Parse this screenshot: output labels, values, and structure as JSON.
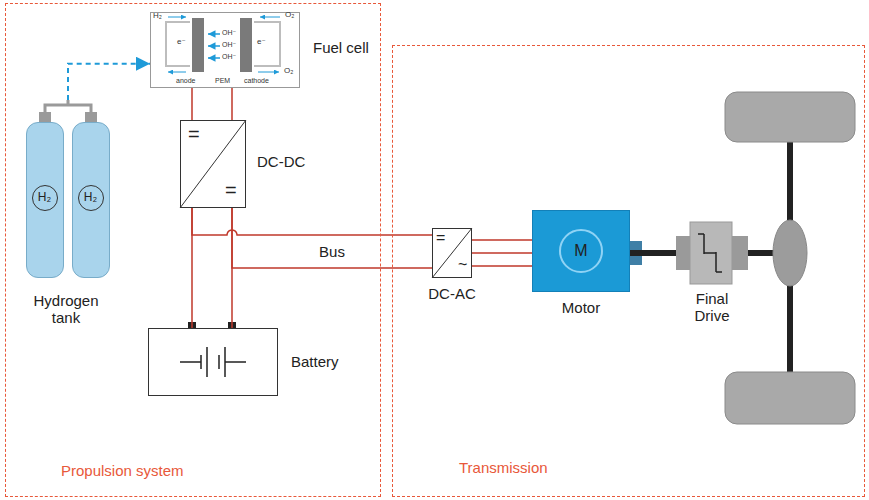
{
  "diagram": {
    "nodes": [
      {
        "text": [
          "Propulsion system"
        ]
      },
      {
        "text": [
          "Fuel cell"
        ],
        "in": 0
      },
      {
        "text": [
          "Hydrogen tank"
        ],
        "in": 0
      },
      {
        "text": [
          "H₂"
        ],
        "in": 2
      },
      {
        "text": [
          "H₂"
        ],
        "in": 2
      },
      {
        "text": [
          "DC-DC",
          "=",
          "="
        ],
        "in": 0
      },
      {
        "text": [
          "Battery"
        ],
        "in": 0
      },
      {
        "text": [
          "Transmission"
        ]
      },
      {
        "text": [
          "DC-AC",
          "=",
          "~"
        ],
        "in": 7
      },
      {
        "text": [
          "Motor",
          "M"
        ],
        "in": 7
      },
      {
        "text": [
          "Final Drive"
        ],
        "in": 7
      }
    ],
    "edges": [
      {
        "from": 2,
        "to": 1,
        "arrow": "to"
      },
      {
        "from": 1,
        "to": 5,
        "arrow": "none"
      },
      {
        "from": 5,
        "to": 6,
        "arrow": "none"
      },
      {
        "from": 5,
        "to": 8,
        "label": "Bus",
        "arrow": "none"
      },
      {
        "from": 8,
        "to": 9,
        "arrow": "none"
      },
      {
        "from": 9,
        "to": 10,
        "arrow": "none"
      }
    ],
    "labels": [
      "H₂",
      "O₂",
      "O₂",
      "e⁻",
      "e⁻",
      "OH⁻",
      "OH⁻",
      "OH⁻",
      "anode",
      "PEM",
      "cathode"
    ]
  }
}
